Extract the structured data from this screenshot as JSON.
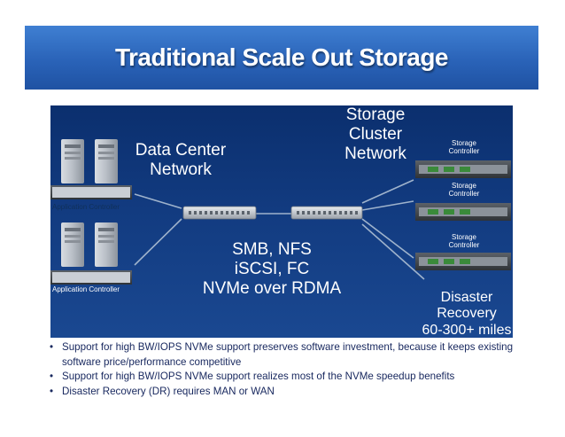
{
  "slide": {
    "title": "Traditional Scale Out Storage"
  },
  "diagram": {
    "data_center_network": [
      "Data Center",
      "Network"
    ],
    "storage_cluster_network": [
      "Storage",
      "Cluster",
      "Network"
    ],
    "protocols": [
      "SMB, NFS",
      "iSCSI, FC",
      "NVMe over RDMA"
    ],
    "disaster_recovery": [
      "Disaster",
      "Recovery",
      "60-300+ miles"
    ],
    "application_controllers": [
      "Application Controller",
      "Application Controller"
    ],
    "storage_controllers": [
      [
        "Storage",
        "Controller"
      ],
      [
        "Storage",
        "Controller"
      ],
      [
        "Storage",
        "Controller"
      ]
    ]
  },
  "bullets": [
    "Support for high BW/IOPS NVMe support preserves software investment, because it keeps existing software price/performance competitive",
    "Support for high BW/IOPS NVMe support realizes most of the NVMe speedup benefits",
    "Disaster Recovery (DR) requires MAN or WAN"
  ]
}
